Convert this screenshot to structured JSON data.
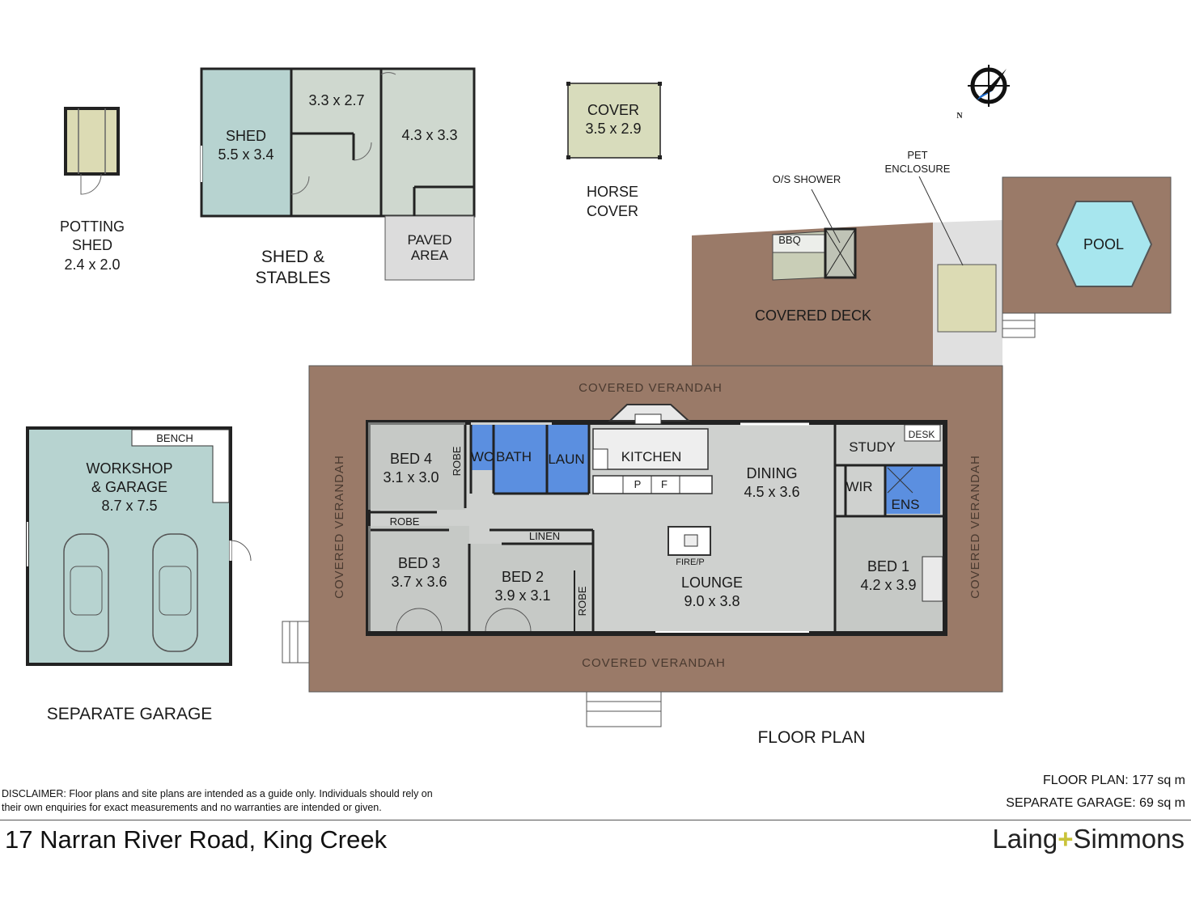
{
  "rooms": {
    "potting_name": "POTTING",
    "potting_name2": "SHED",
    "potting_dim": "2.4 x 2.0",
    "shed_name": "SHED",
    "shed_dim": "5.5 x 3.4",
    "stable_a": "3.3 x 2.7",
    "stable_b": "4.3 x 3.3",
    "paved": "PAVED",
    "paved2": "AREA",
    "stables_title": "SHED &",
    "stables_title2": "STABLES",
    "cover_name": "COVER",
    "cover_dim": "3.5 x 2.9",
    "horse": "HORSE",
    "horse2": "COVER",
    "shower": "O/S SHOWER",
    "pet": "PET",
    "pet2": "ENCLOSURE",
    "bbq": "BBQ",
    "deck": "COVERED  DECK",
    "pool": "POOL",
    "verandah": "COVERED  VERANDAH",
    "verandah_side": "COVERED  VERANDAH",
    "bed4": "BED 4",
    "bed4_dim": "3.1 x 3.0",
    "robe": "ROBE",
    "wc": "WC",
    "bath": "BATH",
    "laun": "LAUN",
    "kitchen": "KITCHEN",
    "pantry": "P",
    "fridge": "F",
    "dining": "DINING",
    "dining_dim": "4.5 x 3.6",
    "study": "STUDY",
    "desk": "DESK",
    "wir": "WIR",
    "ens": "ENS",
    "bed3": "BED 3",
    "bed3_dim": "3.7 x 3.6",
    "bed2": "BED 2",
    "bed2_dim": "3.9 x 3.1",
    "linen": "LINEN",
    "firep": "FIRE/P",
    "lounge": "LOUNGE",
    "lounge_dim": "9.0 x 3.8",
    "bed1": "BED 1",
    "bed1_dim": "4.2 x 3.9",
    "bench": "BENCH",
    "workshop": "WORKSHOP",
    "workshop2": "& GARAGE",
    "workshop_dim": "8.7 x 7.5",
    "sep_garage": "SEPARATE GARAGE",
    "floor_plan": "FLOOR PLAN",
    "compass_n": "N"
  },
  "footer": {
    "disclaimer": "DISCLAIMER: Floor plans and site plans are intended as a guide only. Individuals should rely on their own enquiries for exact measurements and no warranties are intended or given.",
    "floor_area": "FLOOR PLAN: 177 sq m",
    "garage_area": "SEPARATE GARAGE: 69 sq m",
    "address": "17 Narran River Road, King Creek",
    "brand_a": "Laing",
    "brand_plus": "+",
    "brand_b": "Simmons"
  },
  "colors": {
    "deck": "#9a7a68",
    "room_grey": "#cfd1cf",
    "shed_teal": "#b7d3d0",
    "wet_blue": "#5b8fe0",
    "cover_olive": "#d8dcbc",
    "pool": "#a7e6ee",
    "wall": "#222222"
  }
}
